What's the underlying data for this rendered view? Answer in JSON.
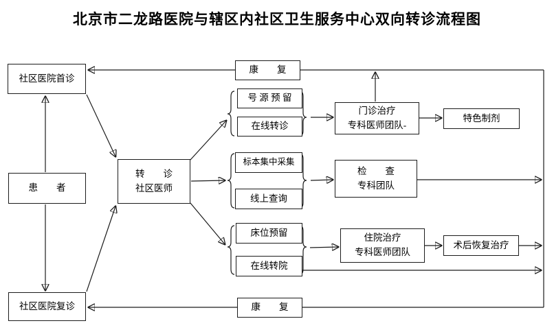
{
  "title": "北京市二龙路医院与辖区内社区卫生服务中心双向转诊流程图",
  "colors": {
    "line": "#1a1a1a",
    "background": "#ffffff",
    "box_border": "#1a1a1a"
  },
  "nodes": {
    "community_first_visit": {
      "label": "社区医院首诊"
    },
    "patient": {
      "label": "患　　者"
    },
    "community_return_visit": {
      "label": "社区医院复诊"
    },
    "referral": {
      "line1": "转　　诊",
      "line2": "社区医师"
    },
    "rehab_top": {
      "label": "康　　复"
    },
    "slot_reserve": {
      "label": "号 源 预 留"
    },
    "online_referral": {
      "label": "在线转诊"
    },
    "sample_collection": {
      "label": "标本集中采集"
    },
    "online_query": {
      "label": "线上查询"
    },
    "bed_reserve": {
      "label": "床位预留"
    },
    "online_transfer": {
      "label": "在线转院"
    },
    "outpatient_treatment": {
      "line1": "门诊治疗",
      "line2": "专科医师团队-"
    },
    "examination": {
      "line1": "检　　查",
      "line2": "专科团队"
    },
    "inpatient_treatment": {
      "line1": "住院治疗",
      "line2": "专科医师团队"
    },
    "special_preparation": {
      "label": "特色制剂"
    },
    "postop_recovery": {
      "label": "术后恢复治疗"
    },
    "rehab_bottom": {
      "label": "康　　复"
    }
  },
  "edges": [
    {
      "from": "patient",
      "to": "community_first_visit"
    },
    {
      "from": "patient",
      "to": "community_return_visit"
    },
    {
      "from": "community_first_visit",
      "to": "referral"
    },
    {
      "from": "community_return_visit",
      "to": "referral"
    },
    {
      "from": "referral",
      "to": "slot_reserve/online_referral"
    },
    {
      "from": "referral",
      "to": "sample_collection/online_query"
    },
    {
      "from": "referral",
      "to": "bed_reserve/online_transfer"
    },
    {
      "from": "slot_reserve/online_referral",
      "to": "outpatient_treatment"
    },
    {
      "from": "sample_collection/online_query",
      "to": "examination"
    },
    {
      "from": "bed_reserve/online_transfer",
      "to": "inpatient_treatment"
    },
    {
      "from": "outpatient_treatment",
      "to": "rehab_top"
    },
    {
      "from": "outpatient_treatment",
      "to": "special_preparation"
    },
    {
      "from": "inpatient_treatment",
      "to": "postop_recovery"
    },
    {
      "from": "examination",
      "to": "right_return_rail"
    },
    {
      "from": "postop_recovery",
      "to": "right_return_rail"
    },
    {
      "from": "online_transfer",
      "to": "right_return_rail"
    },
    {
      "from": "rehab_top",
      "to": "community_first_visit"
    },
    {
      "from": "rehab_bottom",
      "to": "community_return_visit"
    }
  ]
}
